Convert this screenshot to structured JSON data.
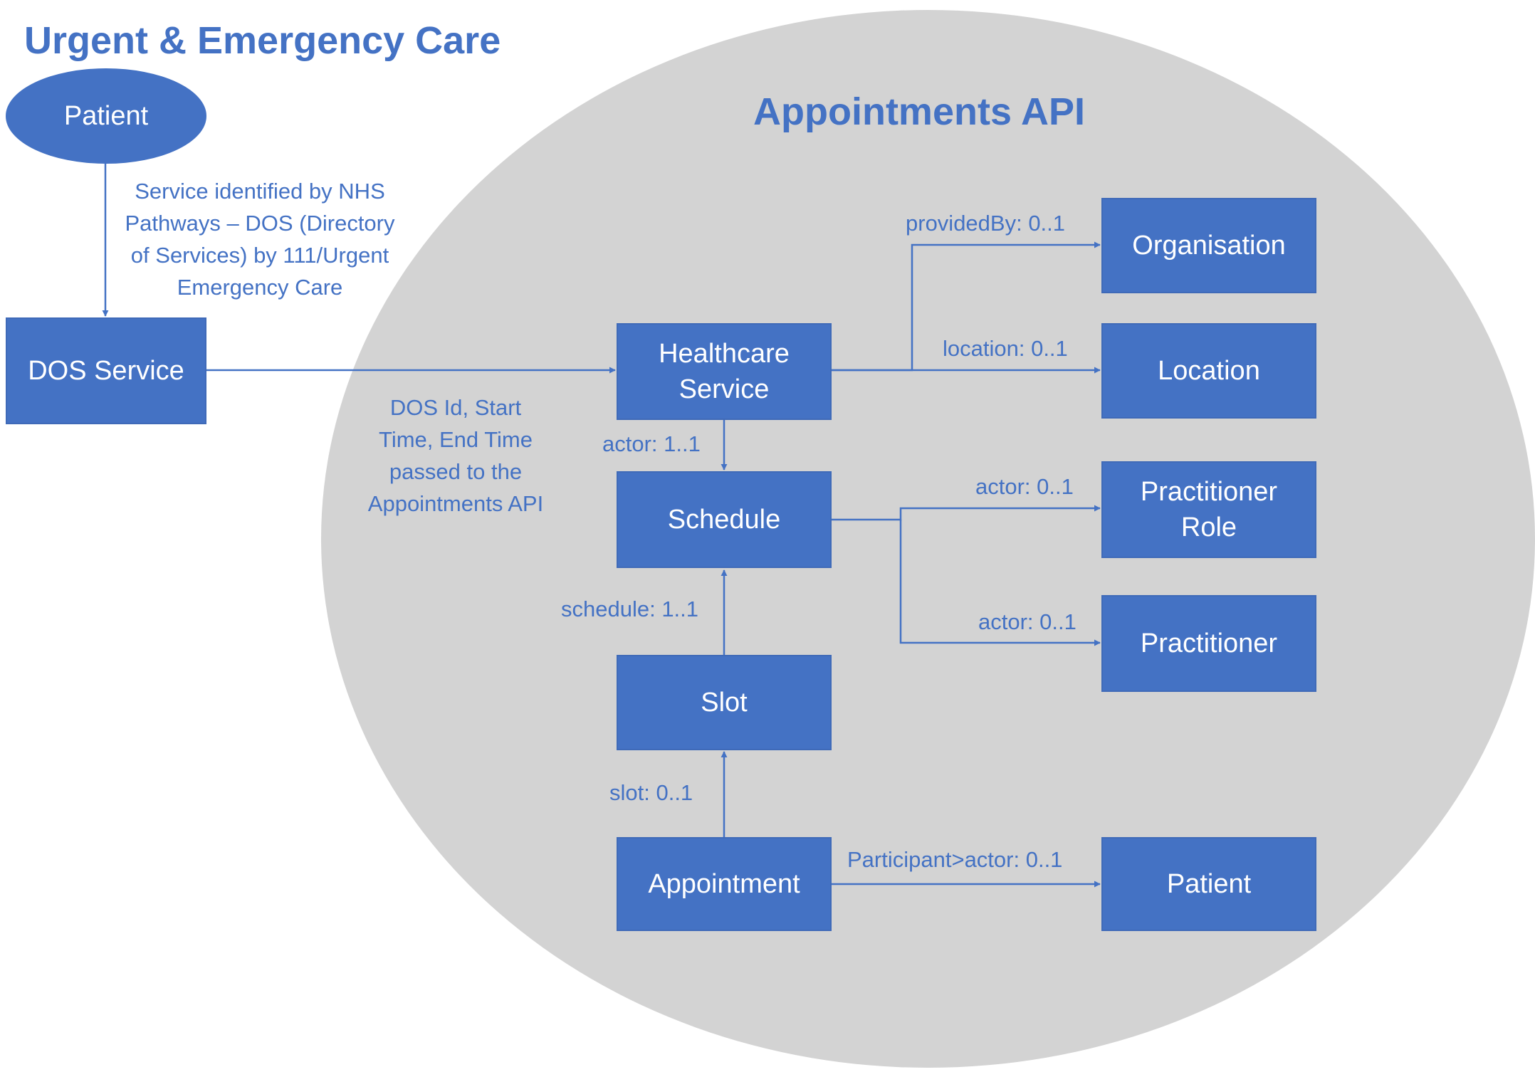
{
  "colors": {
    "accent": "#4472c4",
    "box_fill": "#4472c4",
    "box_text": "#ffffff",
    "ellipse_fill": "#d3d3d3",
    "line": "#4472c4"
  },
  "title": "Urgent & Emergency Care",
  "api_title": "Appointments API",
  "patient_origin": "Patient",
  "dos_service": "DOS Service",
  "dos_note": "Service identified by NHS\nPathways – DOS (Directory\nof Services) by 111/Urgent\nEmergency Care",
  "passed_note": "DOS Id, Start\nTime, End Time\npassed to the\nAppointments API",
  "boxes": {
    "healthcare_service": "Healthcare\nService",
    "schedule": "Schedule",
    "slot": "Slot",
    "appointment": "Appointment",
    "organisation": "Organisation",
    "location": "Location",
    "practitioner_role": "Practitioner\nRole",
    "practitioner": "Practitioner",
    "patient": "Patient"
  },
  "relations": {
    "provided_by": "providedBy: 0..1",
    "location": "location: 0..1",
    "actor_schedule": "actor: 1..1",
    "actor_role": "actor: 0..1",
    "actor_practitioner": "actor: 0..1",
    "schedule": "schedule: 1..1",
    "slot": "slot: 0..1",
    "participant": "Participant>actor: 0..1"
  }
}
